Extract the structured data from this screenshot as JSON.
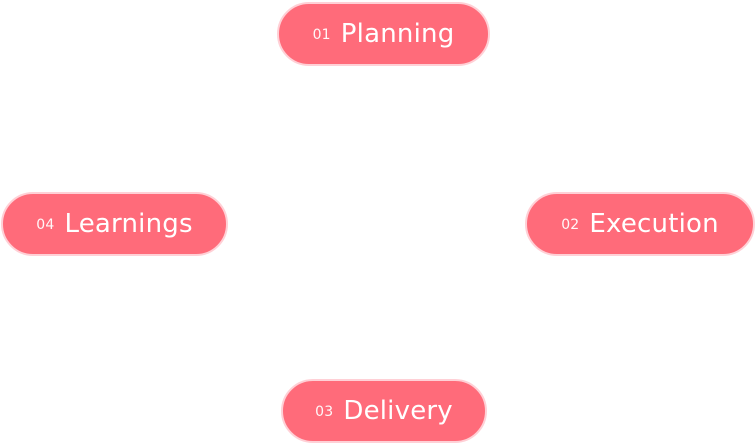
{
  "stages": [
    {
      "number": "01",
      "label": "Planning"
    },
    {
      "number": "02",
      "label": "Execution"
    },
    {
      "number": "03",
      "label": "Delivery"
    },
    {
      "number": "04",
      "label": "Learnings"
    }
  ],
  "colors": {
    "pill_fill": "#ff6b7a",
    "pill_border": "#ffd0d6",
    "text": "#ffffff",
    "background": "#ffffff"
  }
}
